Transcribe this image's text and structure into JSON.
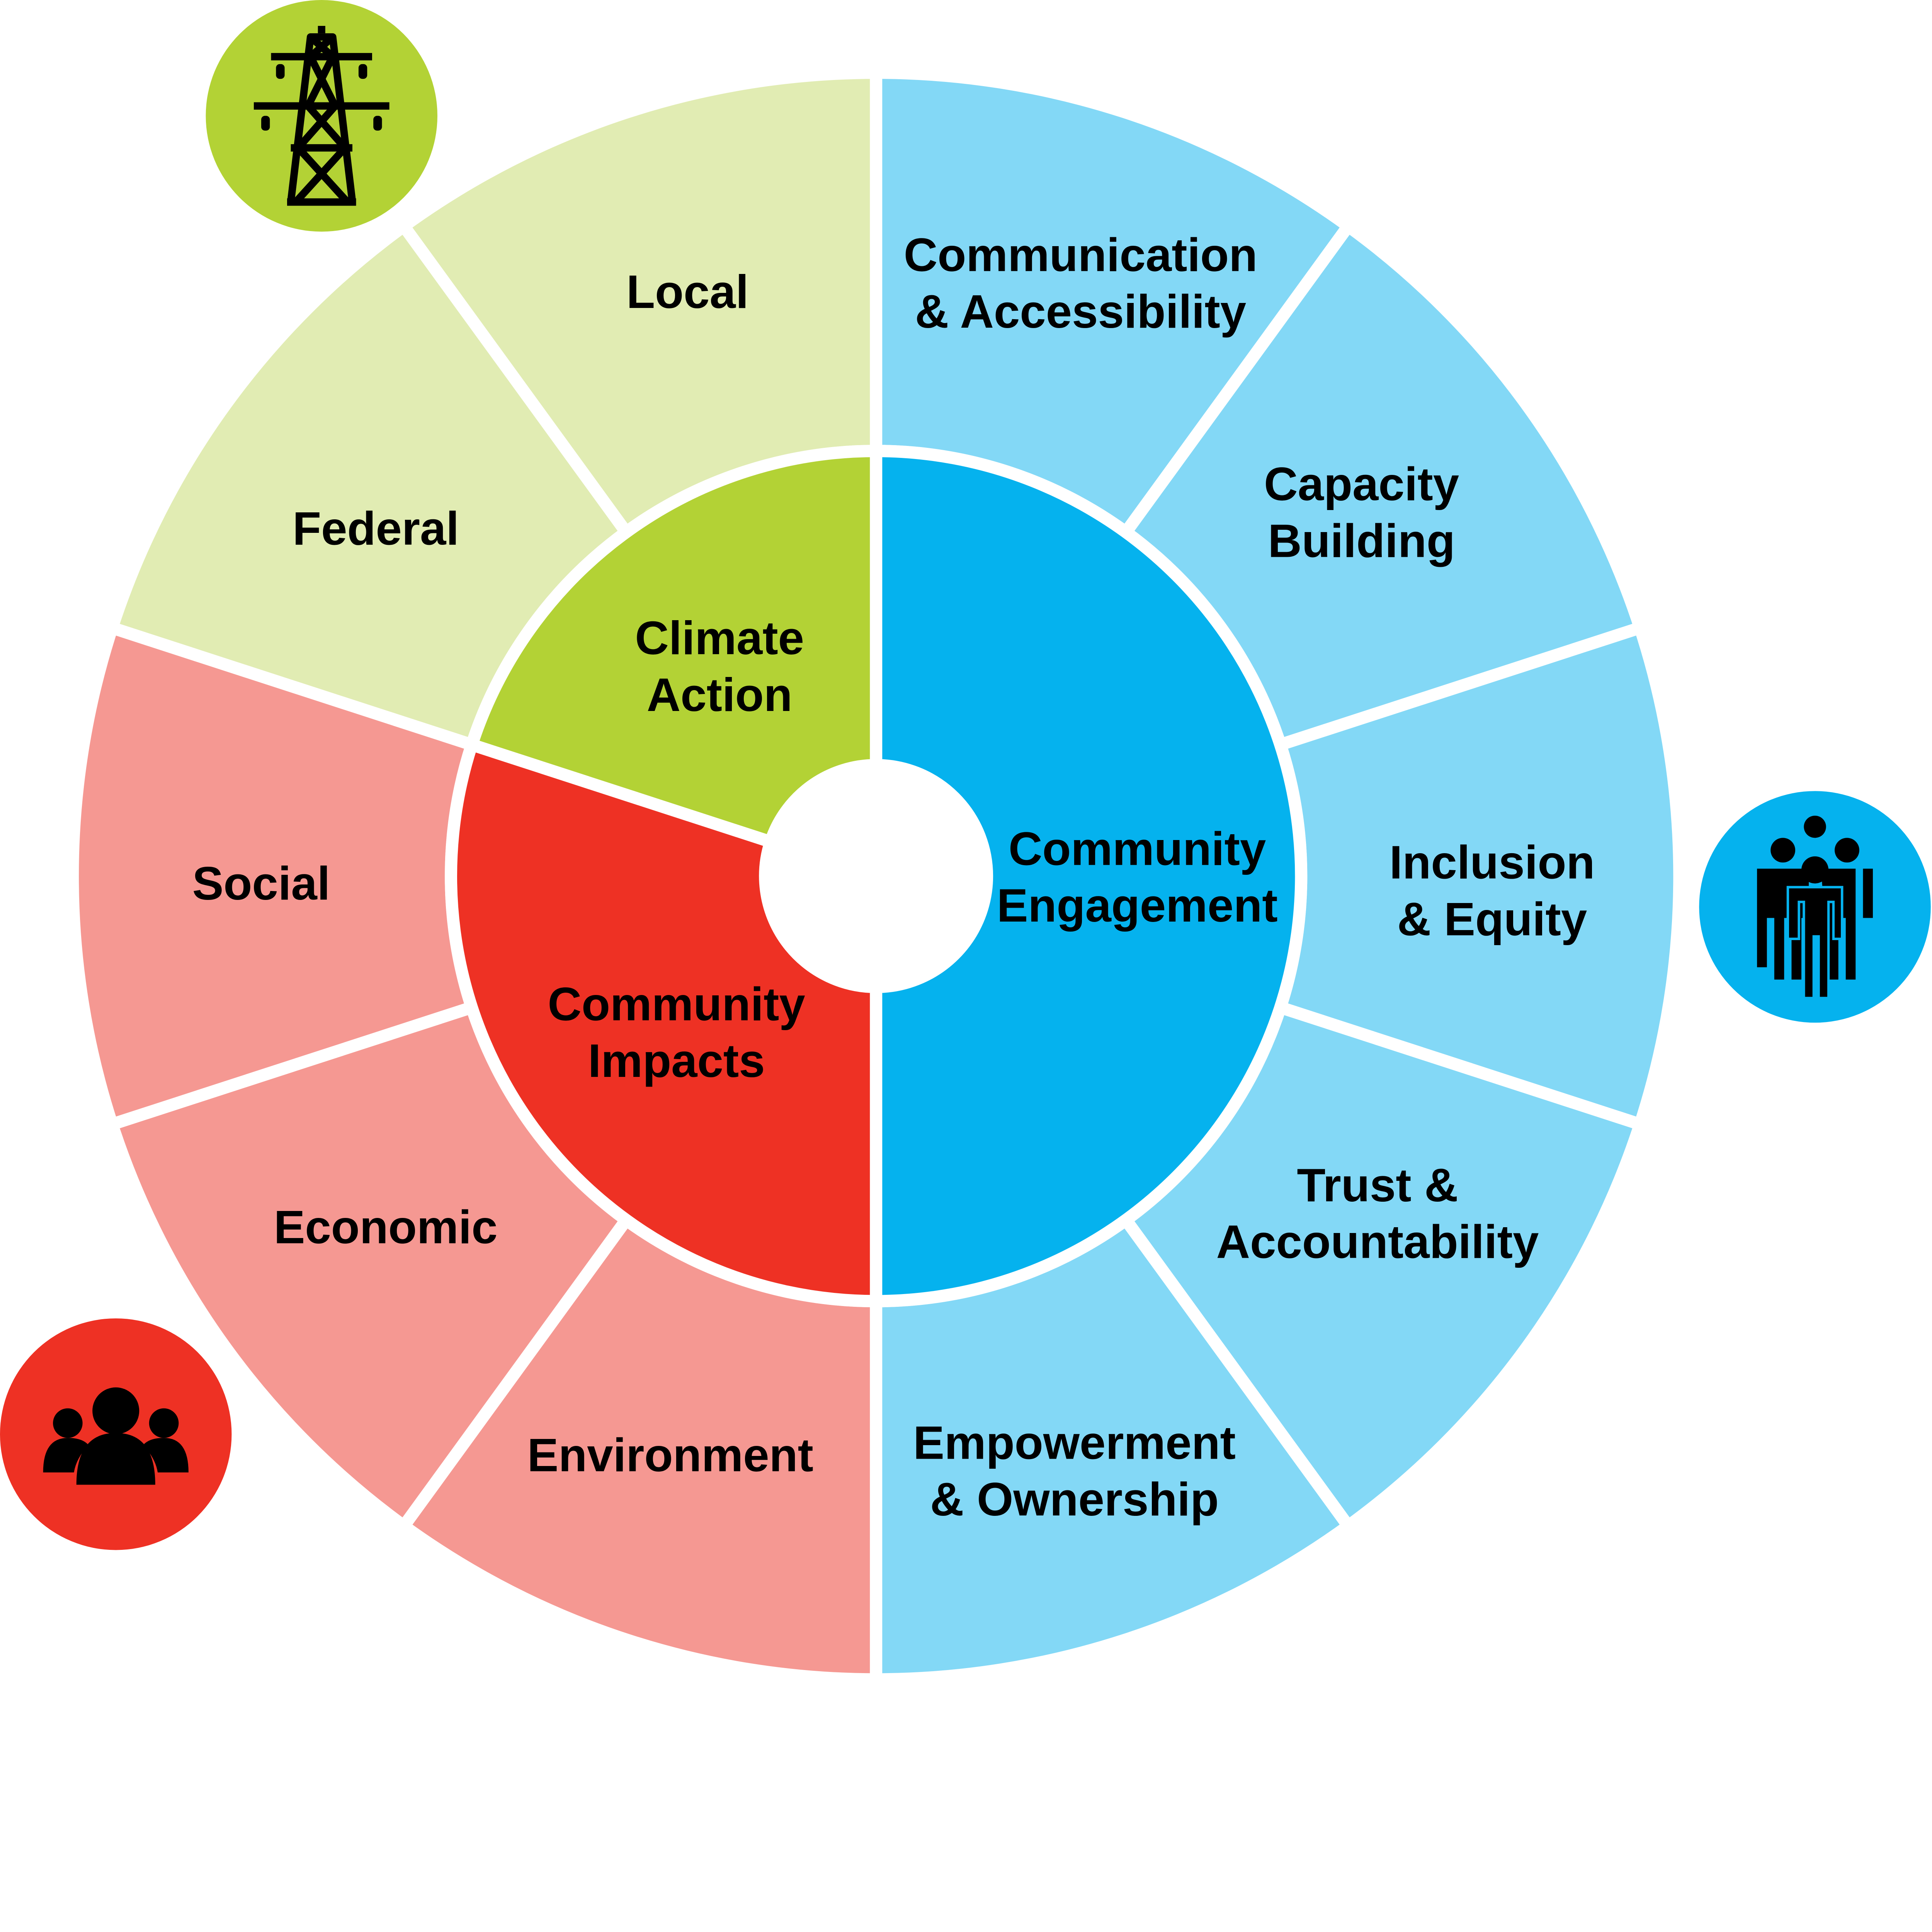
{
  "colors": {
    "climate_inner": "#B3D235",
    "climate_outer": "#E1ECB3",
    "engagement_inner": "#05B2EE",
    "engagement_outer": "#83D8F6",
    "impacts_inner": "#EE3124",
    "impacts_outer": "#F59892"
  },
  "inner": [
    {
      "label1": "Community",
      "label2": "Engagement",
      "color_key": "engagement_inner"
    },
    {
      "label1": "Community",
      "label2": "Impacts",
      "color_key": "impacts_inner"
    },
    {
      "label1": "Climate",
      "label2": "Action",
      "color_key": "climate_inner"
    }
  ],
  "outer": [
    {
      "label1": "Communication",
      "label2": "& Accessibility"
    },
    {
      "label1": "Capacity",
      "label2": "Building"
    },
    {
      "label1": "Inclusion",
      "label2": "& Equity"
    },
    {
      "label1": "Trust &",
      "label2": "Accountability"
    },
    {
      "label1": "Empowerment",
      "label2": "& Ownership"
    },
    {
      "label1": "Environment",
      "label2": ""
    },
    {
      "label1": "Economic",
      "label2": ""
    },
    {
      "label1": "Social",
      "label2": ""
    },
    {
      "label1": "Federal",
      "label2": ""
    },
    {
      "label1": "Local",
      "label2": ""
    }
  ],
  "icons": [
    "power-tower-icon",
    "people-group-icon",
    "community-icon"
  ]
}
